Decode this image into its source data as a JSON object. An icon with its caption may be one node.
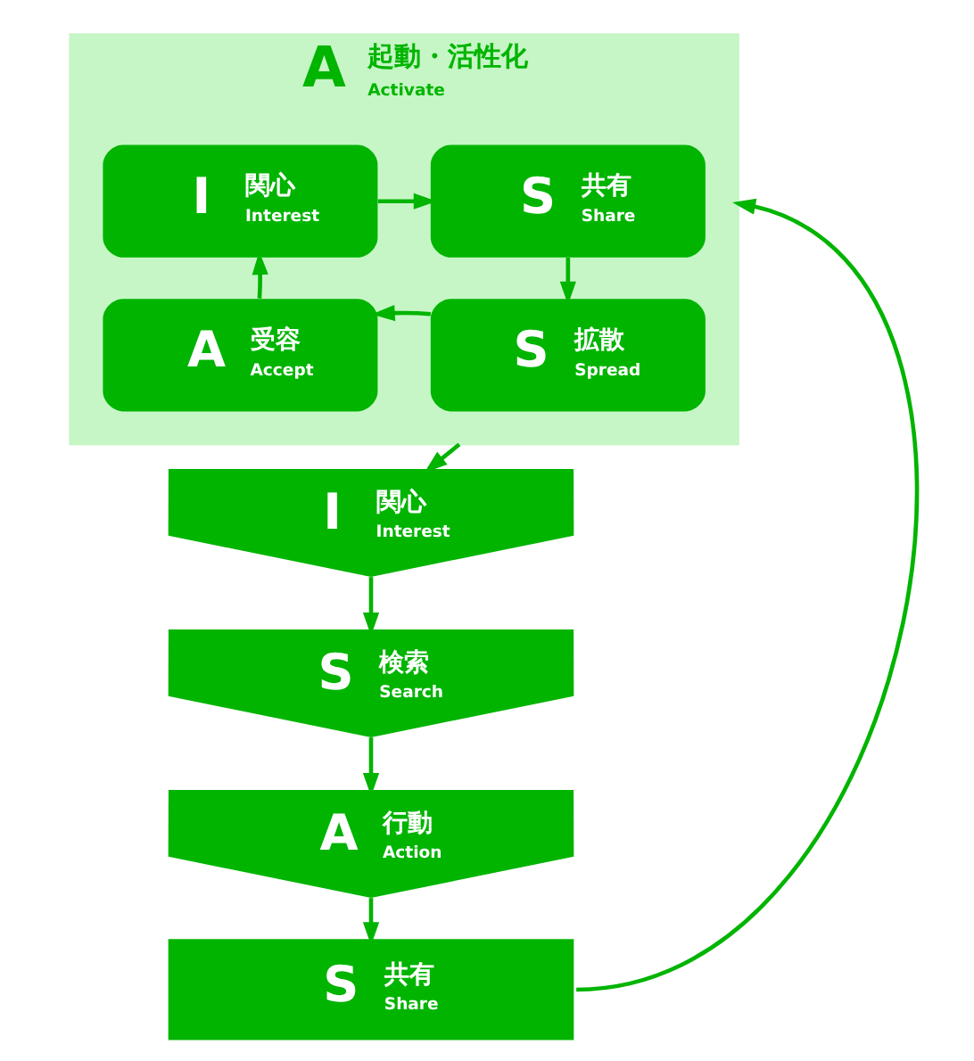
{
  "diagram": {
    "nodes": [
      {
        "text": [
          "A",
          "起動・活性化",
          "Activate"
        ]
      },
      {
        "text": [
          "I",
          "関心",
          "Interest"
        ],
        "in": 0
      },
      {
        "text": [
          "S",
          "共有",
          "Share"
        ],
        "in": 0
      },
      {
        "text": [
          "A",
          "受容",
          "Accept"
        ],
        "in": 0
      },
      {
        "text": [
          "S",
          "拡散",
          "Spread"
        ],
        "in": 0
      },
      {
        "text": [
          "I",
          "関心",
          "Interest"
        ]
      },
      {
        "text": [
          "S",
          "検索",
          "Search"
        ]
      },
      {
        "text": [
          "A",
          "行動",
          "Action"
        ]
      },
      {
        "text": [
          "S",
          "共有",
          "Share"
        ]
      }
    ],
    "edges": [
      {
        "from": 1,
        "to": 2,
        "arrow": "to"
      },
      {
        "from": 2,
        "to": 4,
        "arrow": "to"
      },
      {
        "from": 4,
        "to": 3,
        "arrow": "to"
      },
      {
        "from": 3,
        "to": 1,
        "arrow": "to"
      },
      {
        "from": 0,
        "to": 5,
        "arrow": "to"
      },
      {
        "from": 5,
        "to": 6,
        "arrow": "to"
      },
      {
        "from": 6,
        "to": 7,
        "arrow": "to"
      },
      {
        "from": 7,
        "to": 8,
        "arrow": "to"
      },
      {
        "from": 8,
        "to": 0,
        "arrow": "to"
      }
    ]
  }
}
